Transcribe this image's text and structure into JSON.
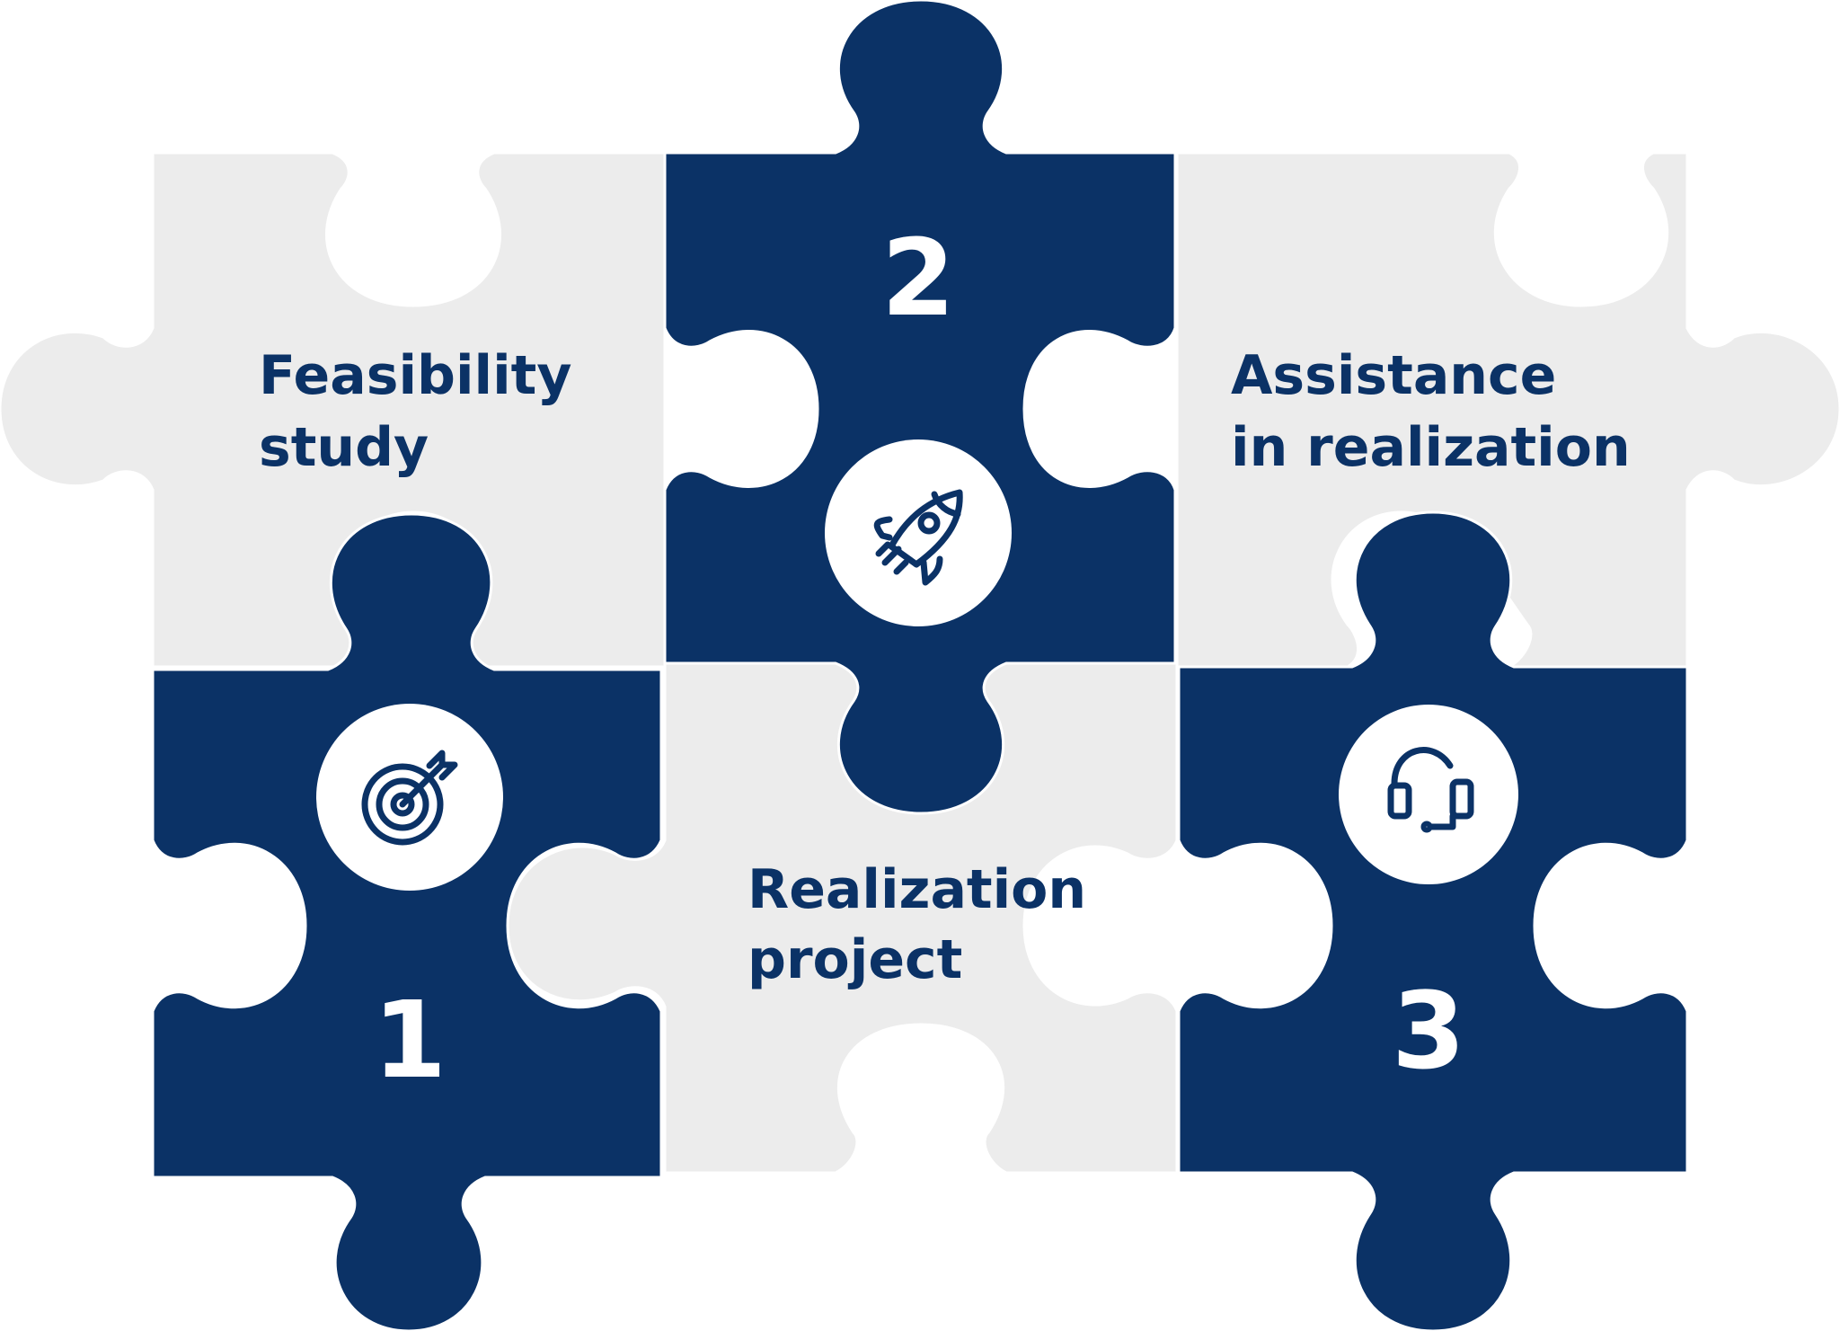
{
  "colors": {
    "navy": "#0b3266",
    "light": "#ececec",
    "white": "#ffffff"
  },
  "steps": [
    {
      "number": "1",
      "label_lines": [
        "Feasibility",
        "study"
      ],
      "icon": "target-arrow-icon"
    },
    {
      "number": "2",
      "label_lines": [
        "Realization",
        "project"
      ],
      "icon": "rocket-icon"
    },
    {
      "number": "3",
      "label_lines": [
        "Assistance",
        "in realization"
      ],
      "icon": "headset-icon"
    }
  ]
}
